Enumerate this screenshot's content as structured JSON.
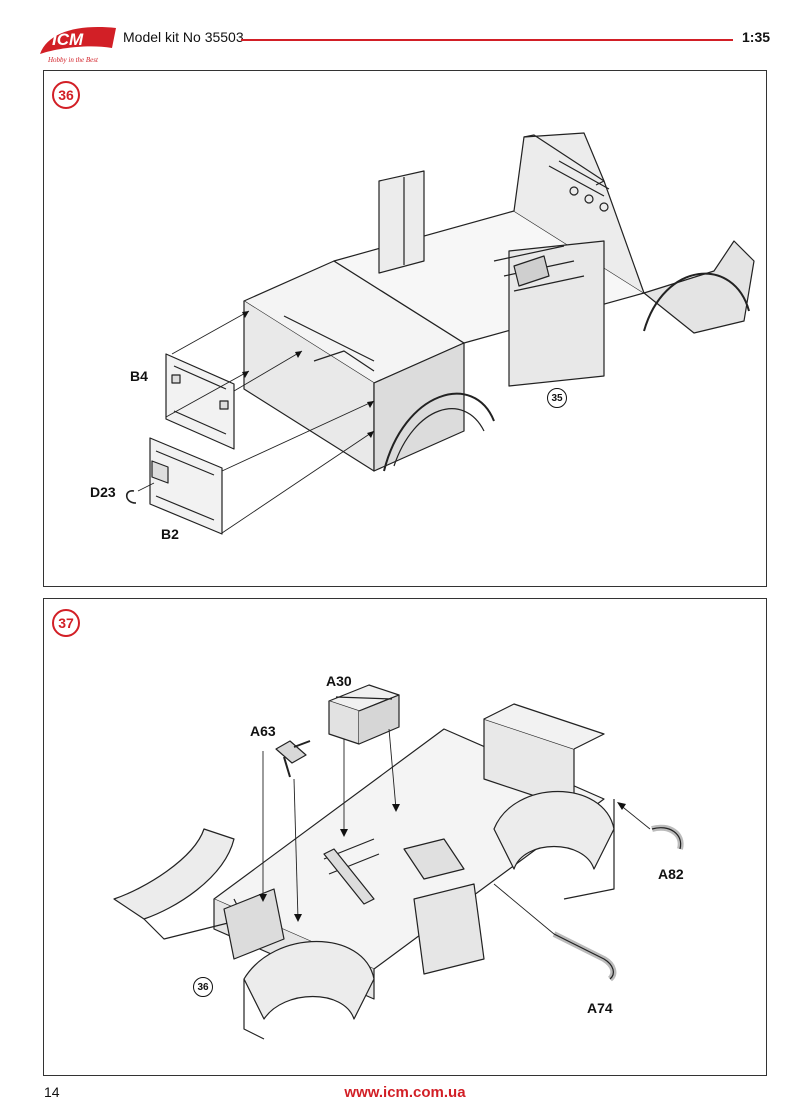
{
  "header": {
    "logo_text": "ICM",
    "logo_tagline": "Hobby in the Best",
    "kit_title": "Model kit No 35503",
    "scale": "1:35",
    "accent_color": "#d21f26"
  },
  "steps": [
    {
      "number": "36",
      "part_labels": [
        "B4",
        "D23",
        "B2"
      ],
      "reference_step": "35"
    },
    {
      "number": "37",
      "part_labels": [
        "A30",
        "A63",
        "A82",
        "A74"
      ],
      "reference_step": "36"
    }
  ],
  "footer": {
    "page_number": "14",
    "website": "www.icm.com.ua"
  }
}
